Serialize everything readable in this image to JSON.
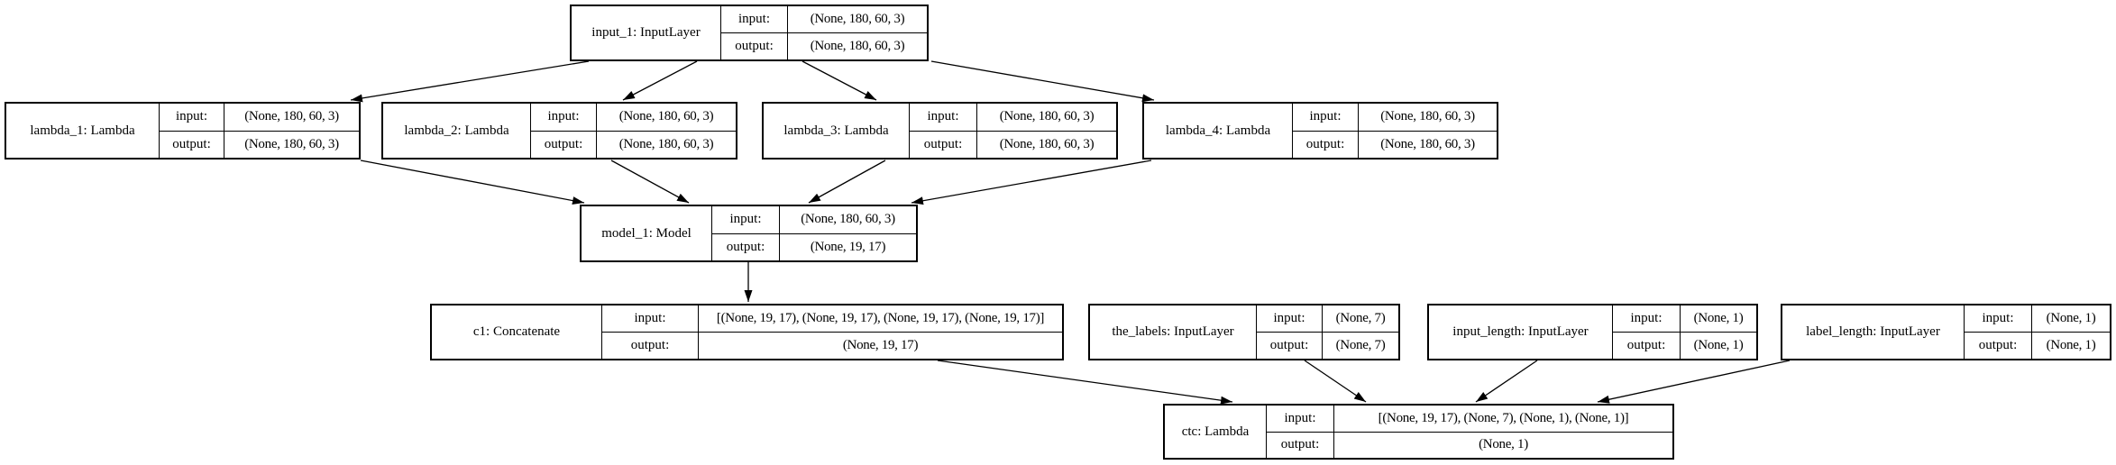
{
  "diagram": {
    "kind": "keras-model-plot",
    "io_labels": {
      "input": "input:",
      "output": "output:"
    },
    "nodes": {
      "input_1": {
        "name": "input_1: InputLayer",
        "input": "(None, 180, 60, 3)",
        "output": "(None, 180, 60, 3)"
      },
      "lambda_1": {
        "name": "lambda_1: Lambda",
        "input": "(None, 180, 60, 3)",
        "output": "(None, 180, 60, 3)"
      },
      "lambda_2": {
        "name": "lambda_2: Lambda",
        "input": "(None, 180, 60, 3)",
        "output": "(None, 180, 60, 3)"
      },
      "lambda_3": {
        "name": "lambda_3: Lambda",
        "input": "(None, 180, 60, 3)",
        "output": "(None, 180, 60, 3)"
      },
      "lambda_4": {
        "name": "lambda_4: Lambda",
        "input": "(None, 180, 60, 3)",
        "output": "(None, 180, 60, 3)"
      },
      "model_1": {
        "name": "model_1: Model",
        "input": "(None, 180, 60, 3)",
        "output": "(None, 19, 17)"
      },
      "c1": {
        "name": "c1: Concatenate",
        "input": "[(None, 19, 17), (None, 19, 17), (None, 19, 17), (None, 19, 17)]",
        "output": "(None, 19, 17)"
      },
      "the_labels": {
        "name": "the_labels: InputLayer",
        "input": "(None, 7)",
        "output": "(None, 7)"
      },
      "input_length": {
        "name": "input_length: InputLayer",
        "input": "(None, 1)",
        "output": "(None, 1)"
      },
      "label_length": {
        "name": "label_length: InputLayer",
        "input": "(None, 1)",
        "output": "(None, 1)"
      },
      "ctc": {
        "name": "ctc: Lambda",
        "input": "[(None, 19, 17), (None, 7), (None, 1), (None, 1)]",
        "output": "(None, 1)"
      }
    },
    "edges": [
      {
        "from": "input_1",
        "to": "lambda_1"
      },
      {
        "from": "input_1",
        "to": "lambda_2"
      },
      {
        "from": "input_1",
        "to": "lambda_3"
      },
      {
        "from": "input_1",
        "to": "lambda_4"
      },
      {
        "from": "lambda_1",
        "to": "model_1"
      },
      {
        "from": "lambda_2",
        "to": "model_1"
      },
      {
        "from": "lambda_3",
        "to": "model_1"
      },
      {
        "from": "lambda_4",
        "to": "model_1"
      },
      {
        "from": "model_1",
        "to": "c1"
      },
      {
        "from": "c1",
        "to": "ctc"
      },
      {
        "from": "the_labels",
        "to": "ctc"
      },
      {
        "from": "input_length",
        "to": "ctc"
      },
      {
        "from": "label_length",
        "to": "ctc"
      }
    ],
    "colors": {
      "background": "#ffffff",
      "border": "#000000",
      "text": "#000000",
      "edge": "#000000"
    }
  }
}
